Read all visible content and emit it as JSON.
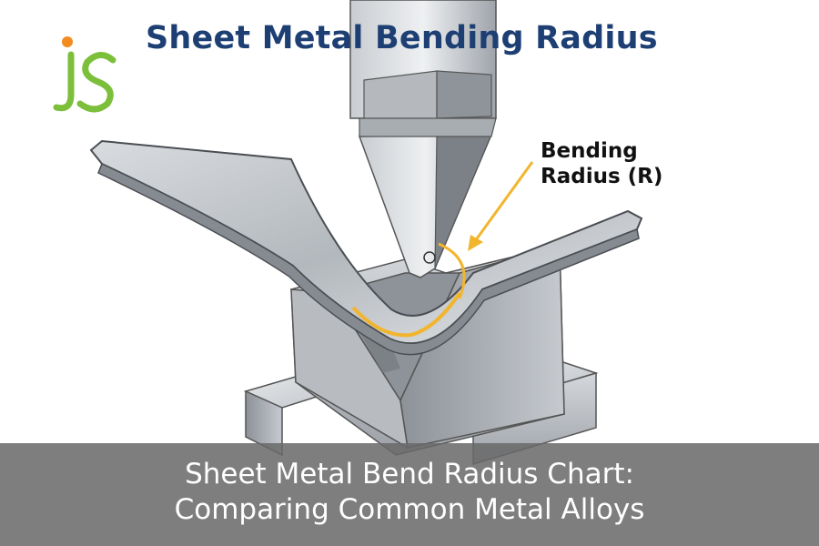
{
  "header": {
    "title": "Sheet Metal Bending Radius",
    "logo_text": "JS"
  },
  "diagram": {
    "callout_line1": "Bending",
    "callout_line2": "Radius (R)",
    "accent_color": "#f2b52e",
    "title_color": "#1d3f73",
    "logo_green": "#7cbf3a",
    "logo_orange": "#f28c1e"
  },
  "banner": {
    "line1": "Sheet Metal Bend Radius Chart:",
    "line2": "Comparing Common Metal Alloys"
  }
}
